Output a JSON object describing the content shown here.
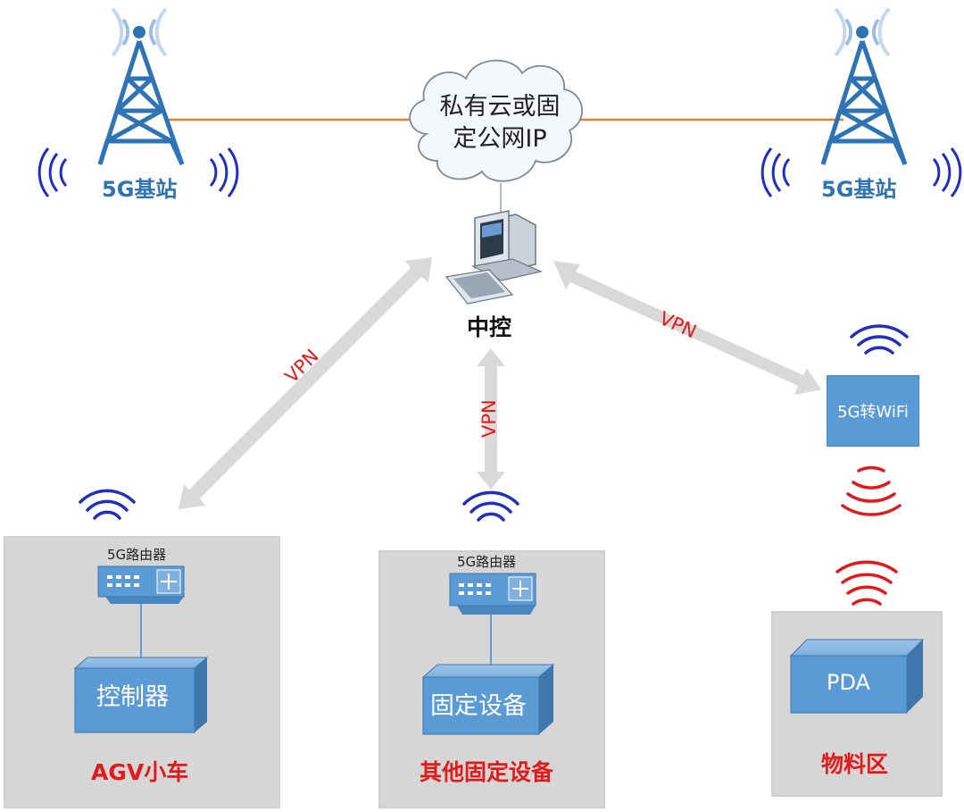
{
  "cloud": {
    "line1": "私有云或固",
    "line2": "定公网IP"
  },
  "towers": [
    {
      "label": "5G基站"
    },
    {
      "label": "5G基站"
    }
  ],
  "center": {
    "label": "中控"
  },
  "links": [
    {
      "label": "VPN"
    },
    {
      "label": "VPN"
    },
    {
      "label": "VPN"
    }
  ],
  "wifi_converter": {
    "label": "5G转WiFi"
  },
  "areas": [
    {
      "router_label": "5G路由器",
      "device_label": "控制器",
      "area_label": "AGV小车"
    },
    {
      "router_label": "5G路由器",
      "device_label": "固定设备",
      "area_label": "其他固定设备"
    },
    {
      "device_label": "PDA",
      "area_label": "物料区"
    }
  ],
  "colors": {
    "tower": "#2e74b5",
    "backbone_line": "#ed7d31",
    "signal_blue": "#1f2fbf",
    "signal_red": "#e11b1b",
    "arrow": "#d9d9d9",
    "device_box": "#5b9bd5",
    "panel": "#d6d6d6"
  }
}
